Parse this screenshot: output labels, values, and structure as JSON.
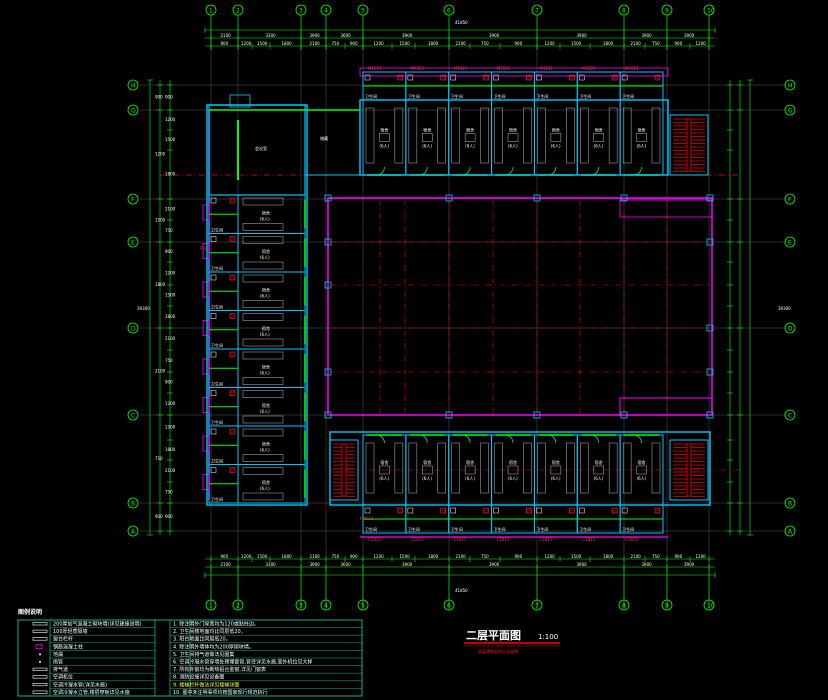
{
  "drawing": {
    "title": "二层平面图",
    "scale": "1:100",
    "subtitle": "本层建筑面积见总说明",
    "overall_width": "41850",
    "overall_height": "39300"
  },
  "grid": {
    "columns": [
      "1",
      "2",
      "3",
      "4",
      "5",
      "6",
      "7",
      "8",
      "9",
      "10"
    ],
    "rows": [
      "H",
      "G",
      "F",
      "E",
      "D",
      "C",
      "B",
      "A"
    ]
  },
  "rooms": {
    "dorm_label": "宿舍",
    "dorm_area": "(6人)",
    "bath_label": "卫生间",
    "meeting_label": "会议室",
    "store_label": "储藏",
    "tags": [
      "M1021",
      "C1815",
      "FM1",
      "M0921"
    ]
  },
  "dimensions": {
    "top_row1": [
      "2100",
      "3300",
      "3900",
      "3600",
      "3900",
      "3900",
      "3900",
      "3900",
      "3900",
      "3600",
      "3900"
    ],
    "small": [
      "900",
      "1200",
      "1500",
      "1800",
      "2100",
      "750"
    ]
  },
  "legend": {
    "header": "图例说明",
    "left_items": [
      "200厚加气混凝土砌块墙(详见建施说明)",
      "100厚轻质隔墙",
      "窗台栏杆",
      "钢筋混凝土柱",
      "地漏",
      "雨管",
      "排气道",
      "空调机位",
      "空调冷凝水管(详见水施)",
      "空调冷凝水立管,楼层穿板详见水施"
    ],
    "right_items": [
      "1. 除注明外门垛宽均为120或贴柱边。",
      "2. 卫生间楼地面均比同层低20。",
      "3. 阳台地面比同层低20。",
      "4. 除注明外墙体均为200厚砌块墙。",
      "5. 卫生间排气道做法见图集",
      "6. 空调冷凝水管穿墙处预埋套管,管径详见水施,室外机位见大样",
      "7. 所有外窗均为断热铝合金窗,详见门窗表",
      "8. 消防设施详见设备图",
      "9. 楼梯栏杆做法详见楼梯详图",
      "10. 图中未注明事项均按国家现行规范执行"
    ]
  },
  "colors": {
    "background": "#000000",
    "grid": "#00ff00",
    "wall": "#00c8ff",
    "courtyard": "#ff00ff",
    "axis": "#ff0000",
    "text": "#ffffff",
    "legend_border": "#00b890"
  }
}
